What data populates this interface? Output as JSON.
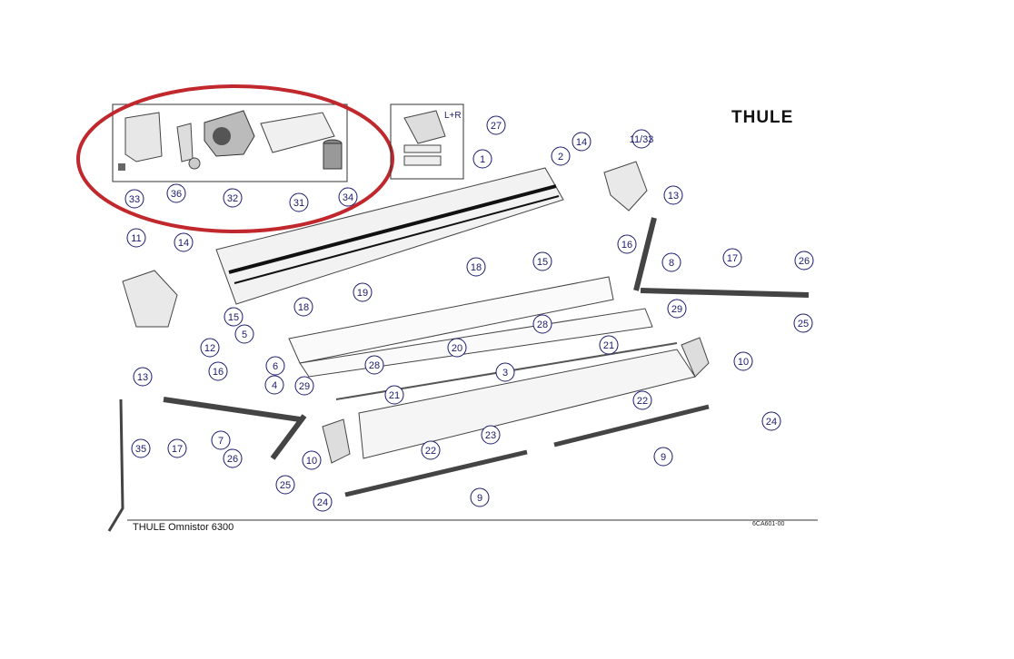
{
  "brand": "THULE",
  "model_title": "THULE Omnistor 6300",
  "drawing_code": "6CA601-00",
  "lr_note": "L+R",
  "colors": {
    "highlight": "#c0282d",
    "callout": "#1a1a6e",
    "line": "#444444"
  },
  "callouts": [
    "1",
    "2",
    "3",
    "4",
    "5",
    "6",
    "7",
    "8",
    "9",
    "9",
    "10",
    "10",
    "11",
    "11/33",
    "12",
    "13",
    "13",
    "14",
    "14",
    "15",
    "15",
    "16",
    "16",
    "17",
    "17",
    "18",
    "18",
    "19",
    "20",
    "21",
    "21",
    "22",
    "22",
    "23",
    "24",
    "24",
    "25",
    "25",
    "26",
    "26",
    "27",
    "28",
    "28",
    "29",
    "29",
    "31",
    "32",
    "33",
    "34",
    "35",
    "36"
  ]
}
